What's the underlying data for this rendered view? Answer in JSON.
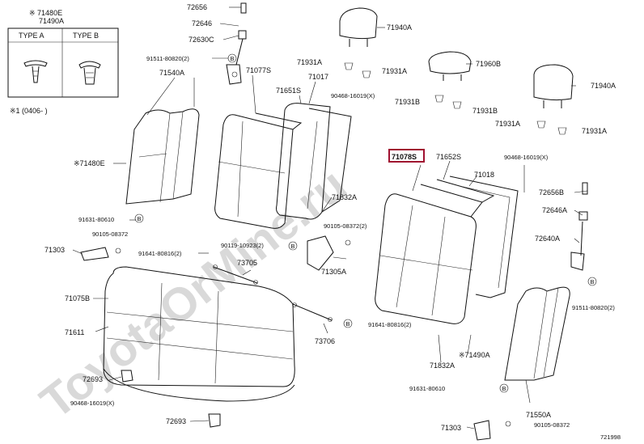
{
  "watermark": "ToyotaOrMine.ru",
  "highlight_color": "#a01030",
  "legend": {
    "line1": "※ 71480E",
    "line2": "71490A",
    "type_a": "TYPE A",
    "type_b": "TYPE B",
    "footnote": "※1 (0406- )"
  },
  "labels": [
    "72656",
    "72646",
    "72630C",
    "91511-80820(2)",
    "71540A",
    "71077S",
    "71017",
    "71651S",
    "71931A",
    "71931A",
    "71940A",
    "71960B",
    "71940A",
    "90468-16019(X)",
    "71931B",
    "71931B",
    "71931A",
    "71931A",
    "※71480E",
    "71832A",
    "71078S",
    "71652S",
    "71018",
    "90468-16019(X)",
    "72656B",
    "72646A",
    "72640A",
    "91631-80610",
    "90105-08372",
    "90105-08372(2)",
    "71303",
    "91641-80816(2)",
    "90119-10923(2)",
    "71305A",
    "73705",
    "71075B",
    "71611",
    "91641-80816(2)",
    "73706",
    "※71490A",
    "71832A",
    "91511-80820(2)",
    "91631-80610",
    "72693",
    "90468-16019(X)",
    "71550A",
    "72693",
    "71303",
    "90105-08372",
    "721998"
  ]
}
